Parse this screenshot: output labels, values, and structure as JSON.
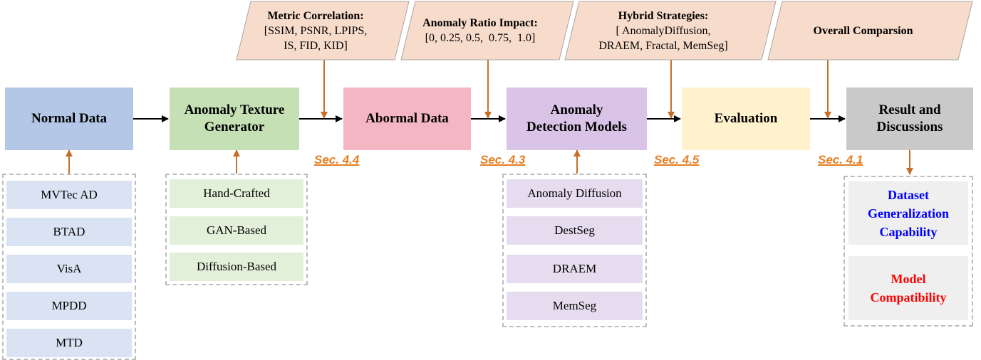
{
  "colors": {
    "normal": "#b4c7e7",
    "generator": "#c5e0b4",
    "abnormal": "#f4b6c2",
    "models": "#d9c3e6",
    "evaluation": "#fff2cc",
    "result": "#c9c9c9",
    "parallelogram": "#f8dccb",
    "arrow_orange": "#c5702a",
    "section_label": "#e67e22",
    "list_blue": "#dae3f3",
    "list_green": "#e2f0d9",
    "list_purple": "#e6dcef",
    "list_gray": "#efefef",
    "highlight_blue": "#0000ff",
    "highlight_red": "#ff0000"
  },
  "pipeline": {
    "normal_data": "Normal Data",
    "generator": "Anomaly Texture\nGenerator",
    "abnormal_data": "Abormal Data",
    "models": "Anomaly\nDetection Models",
    "evaluation": "Evaluation",
    "result": "Result and\nDiscussions"
  },
  "top_boxes": [
    {
      "title": "Metric Correlation:",
      "lines": [
        "[SSIM, PSNR, LPIPS,",
        "IS, FID, KID]"
      ]
    },
    {
      "title": "Anomaly Ratio Impact:",
      "lines": [
        "[0, 0.25, 0.5,  0.75,  1.0]"
      ]
    },
    {
      "title": "Hybrid Strategies:",
      "lines": [
        "[ AnomalyDiffusion,",
        "DRAEM, Fractal, MemSeg]"
      ]
    },
    {
      "title": "Overall Comparsion",
      "lines": []
    }
  ],
  "section_labels": [
    "Sec. 4.4",
    "Sec. 4.3",
    "Sec. 4.5",
    "Sec. 4.1"
  ],
  "datasets": [
    "MVTec AD",
    "BTAD",
    "VisA",
    "MPDD",
    "MTD"
  ],
  "generators": [
    "Hand-Crafted",
    "GAN-Based",
    "Diffusion-Based"
  ],
  "models_list": [
    "Anomaly Diffusion",
    "DestSeg",
    "DRAEM",
    "MemSeg"
  ],
  "results": [
    "Dataset\nGeneralization\nCapability",
    "Model\nCompatibility"
  ]
}
